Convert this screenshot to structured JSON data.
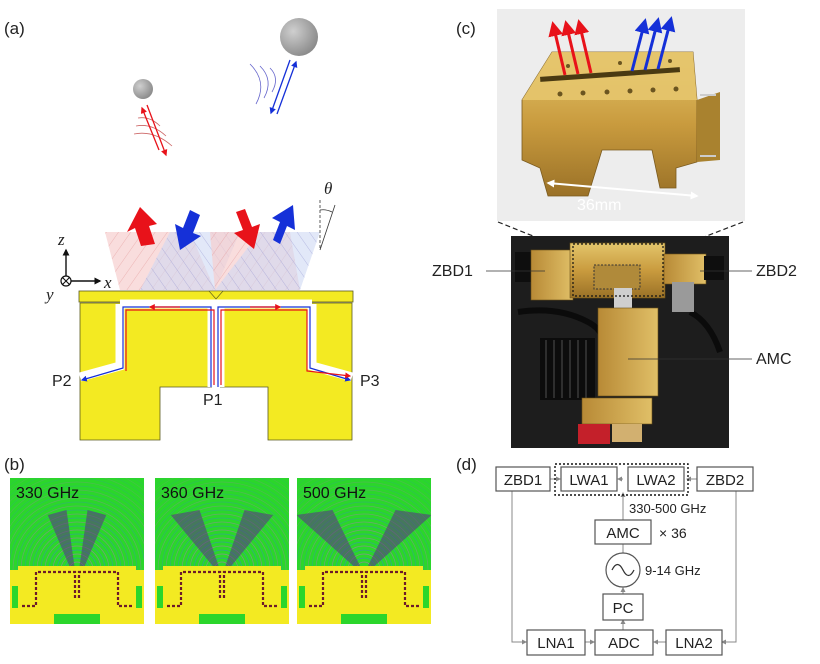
{
  "panels": {
    "a": "(a)",
    "b": "(b)",
    "c": "(c)",
    "d": "(d)"
  },
  "panel_a": {
    "axes": {
      "z": "z",
      "x": "x",
      "y": "y",
      "theta": "θ"
    },
    "ports": {
      "p1": "P1",
      "p2": "P2",
      "p3": "P3"
    }
  },
  "panel_b": {
    "frequencies": [
      "330 GHz",
      "360 GHz",
      "500 GHz"
    ]
  },
  "panel_c": {
    "dimension": "36mm",
    "labels": {
      "zbd1": "ZBD1",
      "zbd2": "ZBD2",
      "amc": "AMC"
    }
  },
  "panel_d": {
    "blocks": {
      "zbd1": "ZBD1",
      "lwa1": "LWA1",
      "lwa2": "LWA2",
      "zbd2": "ZBD2",
      "amc": "AMC",
      "pc": "PC",
      "lna1": "LNA1",
      "adc": "ADC",
      "lna2": "LNA2"
    },
    "band": "330-500 GHz",
    "multiplier": "× 36",
    "source": "9-14 GHz"
  },
  "colors": {
    "gold": "#f3ea22",
    "field_green": "#2bd62b",
    "red": "#e8121a",
    "blue": "#1530d8"
  }
}
